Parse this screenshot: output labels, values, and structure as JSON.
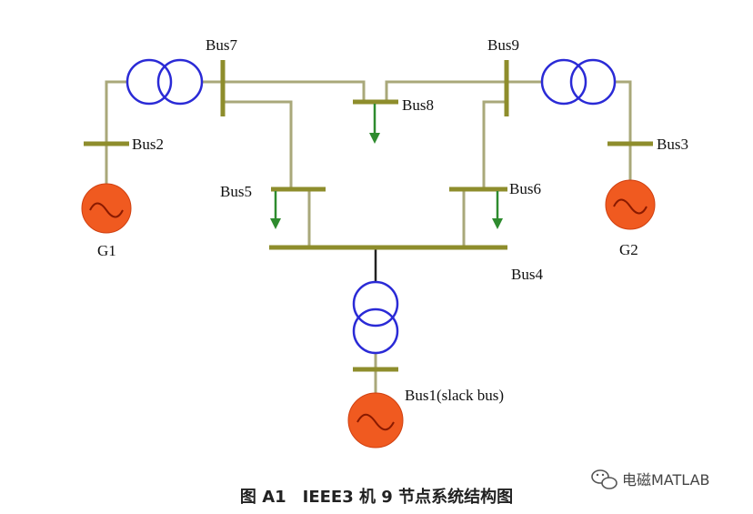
{
  "diagram": {
    "buses": {
      "bus1": "Bus1(slack bus)",
      "bus2": "Bus2",
      "bus3": "Bus3",
      "bus4": "Bus4",
      "bus5": "Bus5",
      "bus6": "Bus6",
      "bus7": "Bus7",
      "bus8": "Bus8",
      "bus9": "Bus9"
    },
    "generators": {
      "g1": "G1",
      "g2": "G2"
    },
    "colors": {
      "bus_bar": "#8e8d2c",
      "line": "#a9a87a",
      "transformer": "#2a2ad6",
      "generator": "#f05a20",
      "load_arrow": "#2e8b2e"
    }
  },
  "caption": "图 A1　IEEE3 机 9 节点系统结构图",
  "watermark": {
    "icon": "wechat-icon",
    "text": "电磁MATLAB"
  }
}
